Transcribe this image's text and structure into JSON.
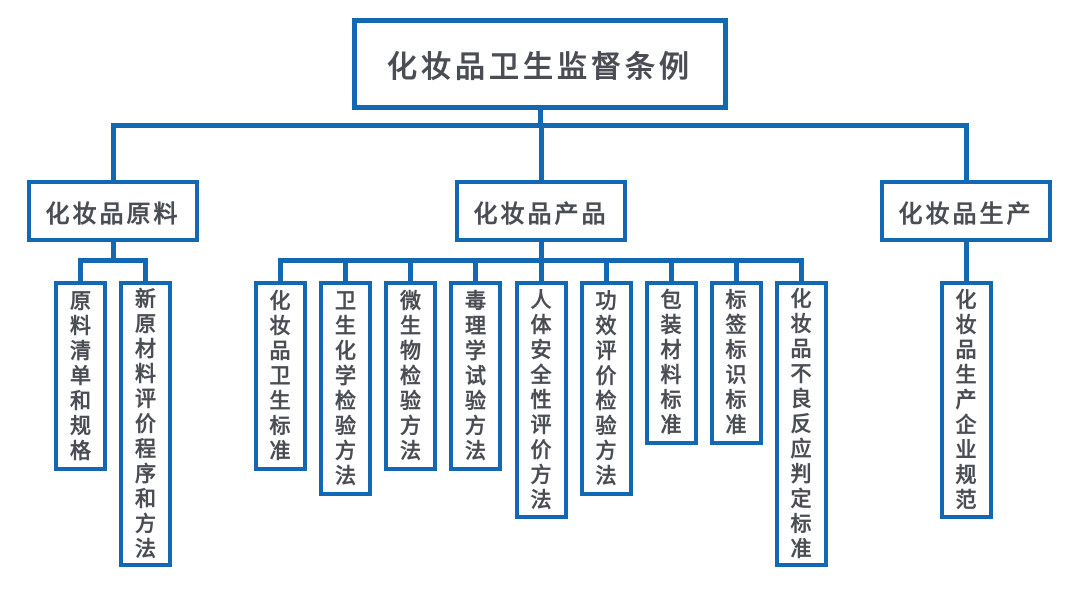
{
  "root": {
    "label": "化妆品卫生监督条例"
  },
  "branches": [
    {
      "label": "化妆品原料",
      "children": [
        "原料清单和规格",
        "新原材料评价程序和方法"
      ]
    },
    {
      "label": "化妆品产品",
      "children": [
        "化妆品卫生标准",
        "卫生化学检验方法",
        "微生物检验方法",
        "毒理学试验方法",
        "人体安全性评价方法",
        "功效评价检验方法",
        "包装材料标准",
        "标签标识标准",
        "化妆品不良反应判定标准"
      ]
    },
    {
      "label": "化妆品生产",
      "children": [
        "化妆品生产企业规范"
      ]
    }
  ],
  "colors": {
    "line_blue": "#1268b2",
    "text_gray": "#4a4e54",
    "background": "#ffffff"
  }
}
